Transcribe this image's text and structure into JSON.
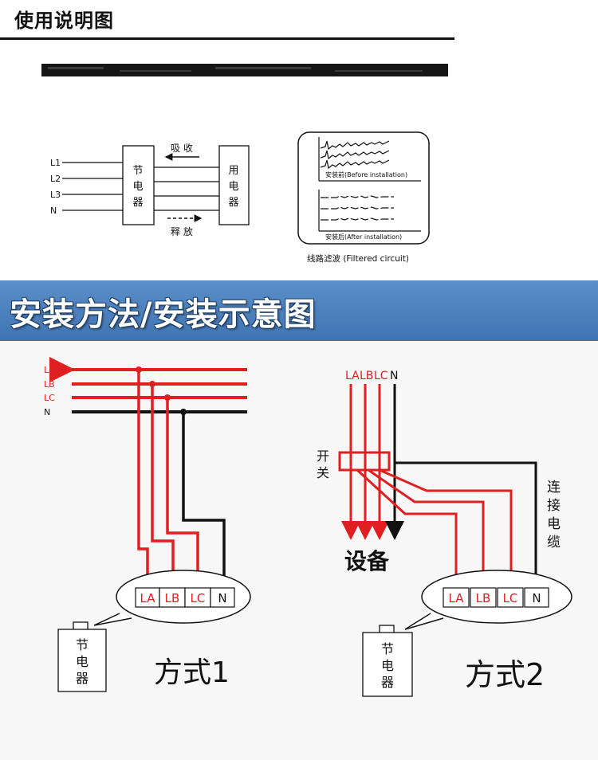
{
  "header": {
    "title": "使用说明图"
  },
  "section": {
    "title": "安装方法/安装示意图"
  },
  "top_diagram": {
    "lines": [
      "L1",
      "L2",
      "L3",
      "N"
    ],
    "saver_chars": [
      "节",
      "电",
      "器"
    ],
    "load_chars": [
      "用",
      "电",
      "器"
    ],
    "absorb_label": "吸 收",
    "release_label": "释 放"
  },
  "filter_panel": {
    "before_label": "安装前(Before installation)",
    "after_label": "安装后(After installation)",
    "caption": "线路滤波 (Filtered circuit)"
  },
  "method1": {
    "lines": [
      "LA",
      "LB",
      "LC",
      "N"
    ],
    "terminals": [
      "LA",
      "LB",
      "LC",
      "N"
    ],
    "device_chars": [
      "节",
      "电",
      "器"
    ],
    "label": "方式1"
  },
  "method2": {
    "bus_labels": [
      "LA",
      "LB",
      "LC",
      "N"
    ],
    "switch_chars": [
      "开",
      "关"
    ],
    "equipment_label": "设备",
    "cable_chars": [
      "连",
      "接",
      "电",
      "缆"
    ],
    "terminals": [
      "LA",
      "LB",
      "LC",
      "N"
    ],
    "device_chars": [
      "节",
      "电",
      "器"
    ],
    "label": "方式2"
  },
  "colors": {
    "live": "#e02020",
    "neutral": "#111111",
    "band": "#4a7fbf"
  }
}
